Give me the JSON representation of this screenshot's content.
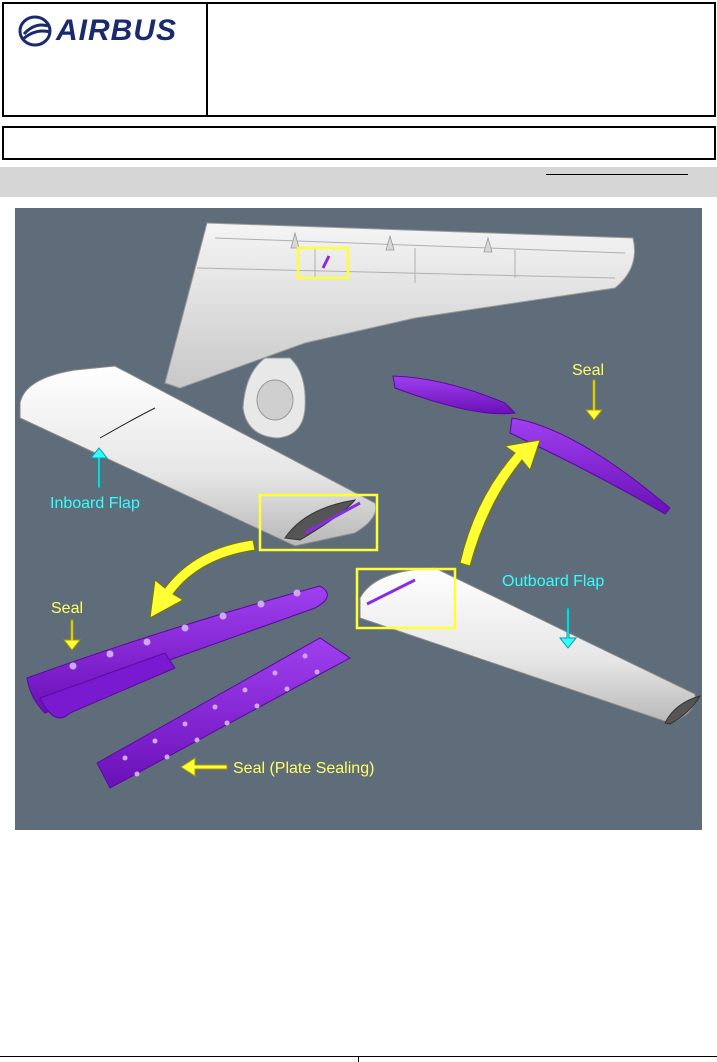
{
  "header": {
    "logo_text": "AIRBUS"
  },
  "figure": {
    "labels": {
      "inboard_flap": "Inboard Flap",
      "outboard_flap": "Outboard Flap",
      "seal_top_right": "Seal",
      "seal_left": "Seal",
      "seal_plate": "Seal (Plate Sealing)"
    },
    "colors": {
      "background": "#5f6d7a",
      "seal": "#8a2be2",
      "callout_box": "#ffff33",
      "flap_arrow": "#33ffff",
      "seal_arrow": "#ffff33",
      "inboard_label": "#33ffff",
      "outboard_label": "#33ffff",
      "seal_label": "#ffff66"
    }
  }
}
